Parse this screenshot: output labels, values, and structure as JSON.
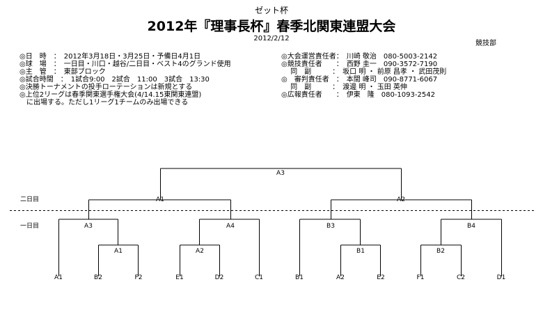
{
  "header": {
    "sponsor": "ゼット杯",
    "title": "2012年『理事長杯』春季北関東連盟大会",
    "date": "2012/2/12",
    "department": "競技部"
  },
  "info_left": [
    "◎日　時　：　2012年3月18日・3月25日・予備日4月1日",
    "◎球　場　：　一日目・川口・越谷/二日目・ベスト4のグランド使用",
    "◎主　管　：　東部ブロック",
    "◎試合時間　：　1試合9:00　2試合　11:00　3試合　13:30",
    "◎決勝トーナメントの投手ローテーションは新規とする",
    "◎上位2リーグは春季関東選手権大会(4/14.15東関東連盟)",
    "　に出場する。ただし1リーグ1チームのみ出場できる"
  ],
  "info_right": [
    "◎大会運営責任者：　川崎 敬治　080-5003-2142",
    "◎競技責任者　　：　西野 圭一　090-3572-7190",
    "　 同　副　　　：　坂口 明 ・ 前原 昌孝 ・ 武田茂則",
    "◎　審判責任者　：　本間 峰司　090-8771-6067",
    "　 同　副　　　：　渡邊 明 ・ 玉田 英伸",
    "◎広報責任者　　：　伊東　隆　080-1093-2542"
  ],
  "bracket": {
    "day_labels": {
      "day2": "二日目",
      "day1": "一日目"
    },
    "final": "A3",
    "semis": [
      "A1",
      "A2"
    ],
    "quarters": [
      "A3",
      "A4",
      "B3",
      "B4"
    ],
    "first_round": [
      "A1",
      "A2",
      "B1",
      "B2"
    ],
    "teams": [
      "A1",
      "B2",
      "F2",
      "E1",
      "D2",
      "C1",
      "B1",
      "A2",
      "E2",
      "F1",
      "C2",
      "D1"
    ]
  }
}
